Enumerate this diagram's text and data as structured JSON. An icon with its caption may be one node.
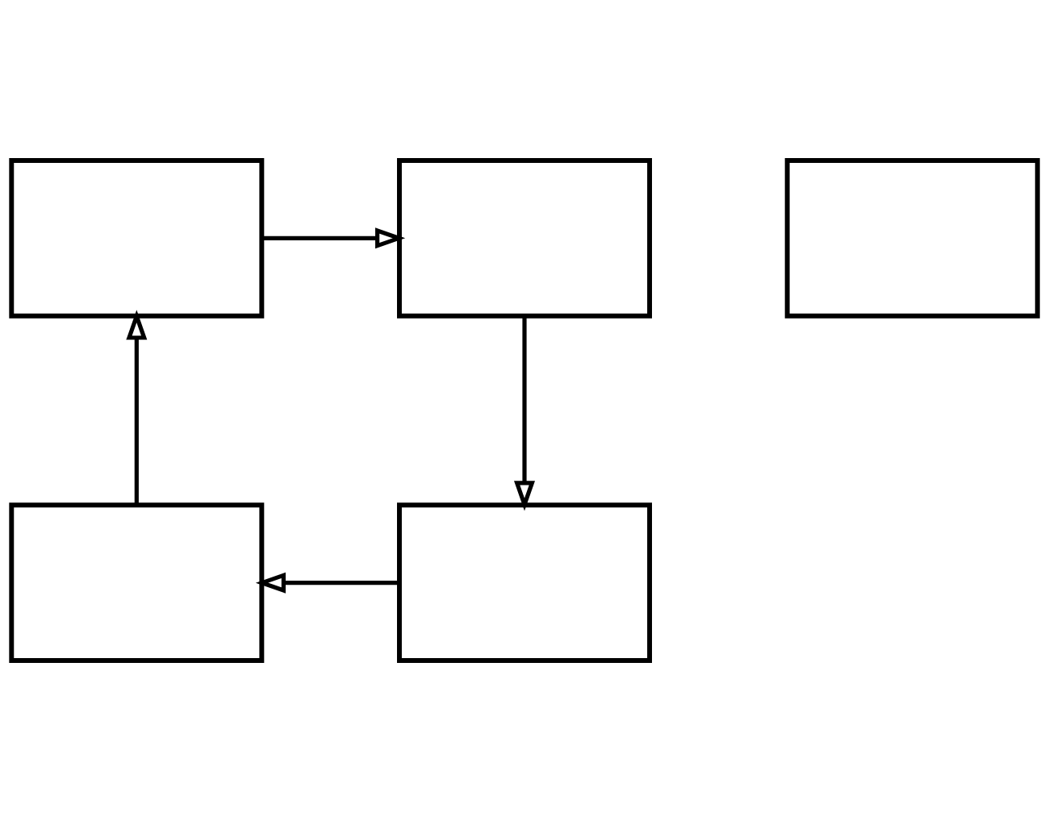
{
  "diagram": {
    "nodes": [
      {
        "text": [],
        "shape": "box"
      },
      {
        "text": [],
        "shape": "box"
      },
      {
        "text": [],
        "shape": "box"
      },
      {
        "text": [],
        "shape": "box"
      },
      {
        "text": [],
        "shape": "box"
      }
    ],
    "edges": [
      {
        "from": 0,
        "to": 1,
        "arrow": "to"
      },
      {
        "from": 1,
        "to": 4,
        "arrow": "to"
      },
      {
        "from": 4,
        "to": 3,
        "arrow": "to"
      },
      {
        "from": 3,
        "to": 0,
        "arrow": "to"
      }
    ]
  }
}
